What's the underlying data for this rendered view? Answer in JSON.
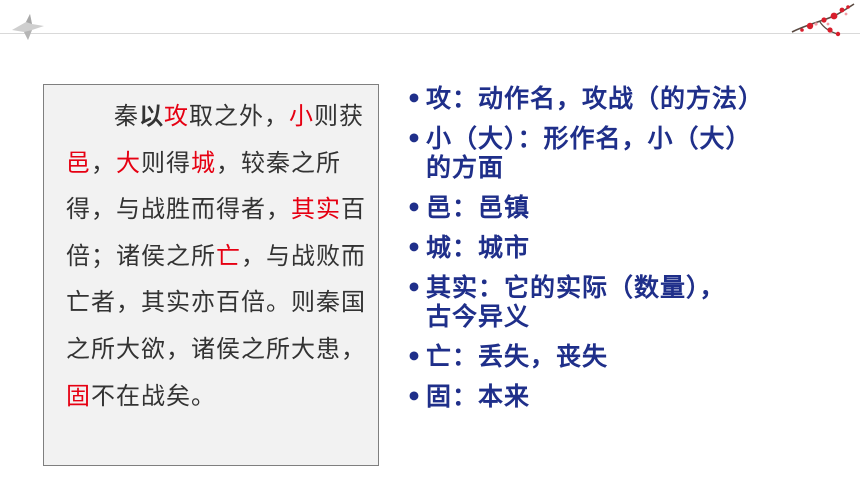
{
  "passage": {
    "segments": [
      {
        "text": "秦",
        "style": "normal"
      },
      {
        "text": "以",
        "style": "bold"
      },
      {
        "text": "攻",
        "style": "hl"
      },
      {
        "text": "取之外，",
        "style": "normal"
      },
      {
        "text": "小",
        "style": "hl"
      },
      {
        "text": "则获",
        "style": "normal"
      },
      {
        "text": "邑",
        "style": "hl"
      },
      {
        "text": "，",
        "style": "normal"
      },
      {
        "text": "大",
        "style": "hl"
      },
      {
        "text": "则得",
        "style": "normal"
      },
      {
        "text": "城",
        "style": "hl"
      },
      {
        "text": "，较秦之所得，与战胜而得者，",
        "style": "normal"
      },
      {
        "text": "其实",
        "style": "hl"
      },
      {
        "text": "百倍；诸侯之所",
        "style": "normal"
      },
      {
        "text": "亡",
        "style": "hl"
      },
      {
        "text": "，与战败而亡者，其实亦百倍。则秦国之所大欲，诸侯之所大患，",
        "style": "normal"
      },
      {
        "text": "固",
        "style": "hl"
      },
      {
        "text": "不在战矣。",
        "style": "normal"
      }
    ]
  },
  "notes": [
    {
      "bullet": "•",
      "lines": [
        "攻：动作名，攻战（的方法）"
      ]
    },
    {
      "bullet": "•",
      "lines": [
        "小（大）：形作名，小（大）",
        "的方面"
      ]
    },
    {
      "bullet": "•",
      "lines": [
        "邑：邑镇"
      ]
    },
    {
      "bullet": "•",
      "lines": [
        "城：城市"
      ]
    },
    {
      "bullet": "•",
      "lines": [
        "其实：它的实际（数量），",
        "古今异义"
      ]
    },
    {
      "bullet": "•",
      "lines": [
        "亡：丢失，丧失"
      ]
    },
    {
      "bullet": "•",
      "lines": [
        "固：本来"
      ]
    }
  ],
  "colors": {
    "highlight": "#e60012",
    "note_text": "#1f2f8a",
    "passage_text": "#333333"
  },
  "icons": {
    "left": "paper-crane-icon",
    "right": "plum-blossom-icon"
  }
}
